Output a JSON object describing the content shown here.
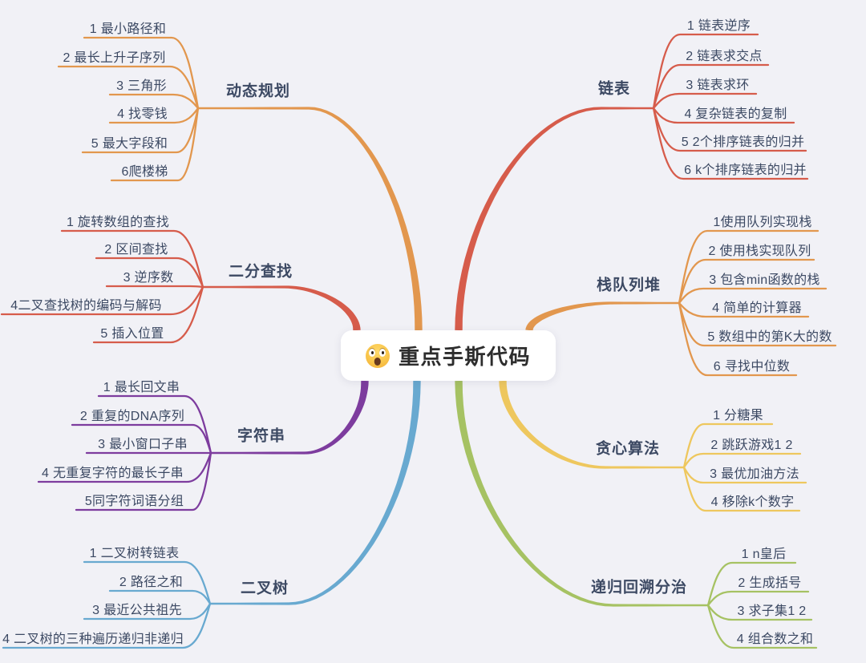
{
  "canvas": {
    "background": "#f1f1f6"
  },
  "center": {
    "emoji": "😲",
    "title": "重点手斯代码",
    "text_color": "#2d2d2d",
    "bg": "#ffffff"
  },
  "text_color": "#3c4963",
  "branches": [
    {
      "label": "动态规划",
      "color": "#e2974e",
      "side": "left",
      "children": [
        "1 最小路径和",
        "2 最长上升子序列",
        "3 三角形",
        "4 找零钱",
        "5 最大字段和",
        "6爬楼梯"
      ]
    },
    {
      "label": "二分查找",
      "color": "#d65c4b",
      "side": "left",
      "children": [
        "1 旋转数组的查找",
        "2 区间查找",
        "3 逆序数",
        "4二叉查找树的编码与解码",
        "5 插入位置"
      ]
    },
    {
      "label": "字符串",
      "color": "#7d3c9e",
      "side": "left",
      "children": [
        "1 最长回文串",
        "2 重复的DNA序列",
        "3 最小窗口子串",
        "4 无重复字符的最长子串",
        "5同字符词语分组"
      ]
    },
    {
      "label": "二叉树",
      "color": "#68a9d0",
      "side": "left",
      "children": [
        "1 二叉树转链表",
        "2 路径之和",
        "3 最近公共祖先",
        "4 二叉树的三种遍历递归非递归"
      ]
    },
    {
      "label": "链表",
      "color": "#d65c4b",
      "side": "right",
      "children": [
        "1 链表逆序",
        "2 链表求交点",
        "3 链表求环",
        "4 复杂链表的复制",
        "5 2个排序链表的归并",
        "6 k个排序链表的归并"
      ]
    },
    {
      "label": "栈队列堆",
      "color": "#e2974e",
      "side": "right",
      "children": [
        "1使用队列实现栈",
        "2 使用栈实现队列",
        "3 包含min函数的栈",
        "4 简单的计算器",
        "5 数组中的第K大的数",
        "6 寻找中位数"
      ]
    },
    {
      "label": "贪心算法",
      "color": "#eec75e",
      "side": "right",
      "children": [
        "1 分糖果",
        "2 跳跃游戏1 2",
        "3 最优加油方法",
        "4 移除k个数字"
      ]
    },
    {
      "label": "递归回溯分治",
      "color": "#a6c263",
      "side": "right",
      "children": [
        "1 n皇后",
        "2 生成括号",
        "3 求子集1 2",
        "4 组合数之和"
      ]
    }
  ]
}
